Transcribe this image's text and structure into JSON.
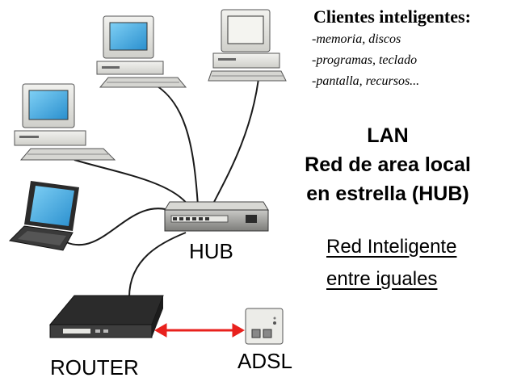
{
  "clients": {
    "title": "Clientes inteligentes:",
    "items": [
      "-memoria, discos",
      "-programas, teclado",
      "-pantalla, recursos..."
    ]
  },
  "lan": {
    "lines": [
      "LAN",
      "Red de area local",
      "en estrella (HUB)"
    ]
  },
  "smart_network": {
    "lines": [
      "Red Inteligente",
      "entre iguales"
    ]
  },
  "labels": {
    "hub": "HUB",
    "router": "ROUTER",
    "adsl": "ADSL"
  },
  "colors": {
    "screen": "#3fa9e0",
    "device_body": "#e7e7e3",
    "device_dark": "#2b2b2b",
    "cable": "#1a1a1a",
    "link_arrow": "#e8211d"
  },
  "icons": [
    "desktop-computer-icon",
    "laptop-icon",
    "hub-icon",
    "router-icon",
    "adsl-modem-icon"
  ]
}
